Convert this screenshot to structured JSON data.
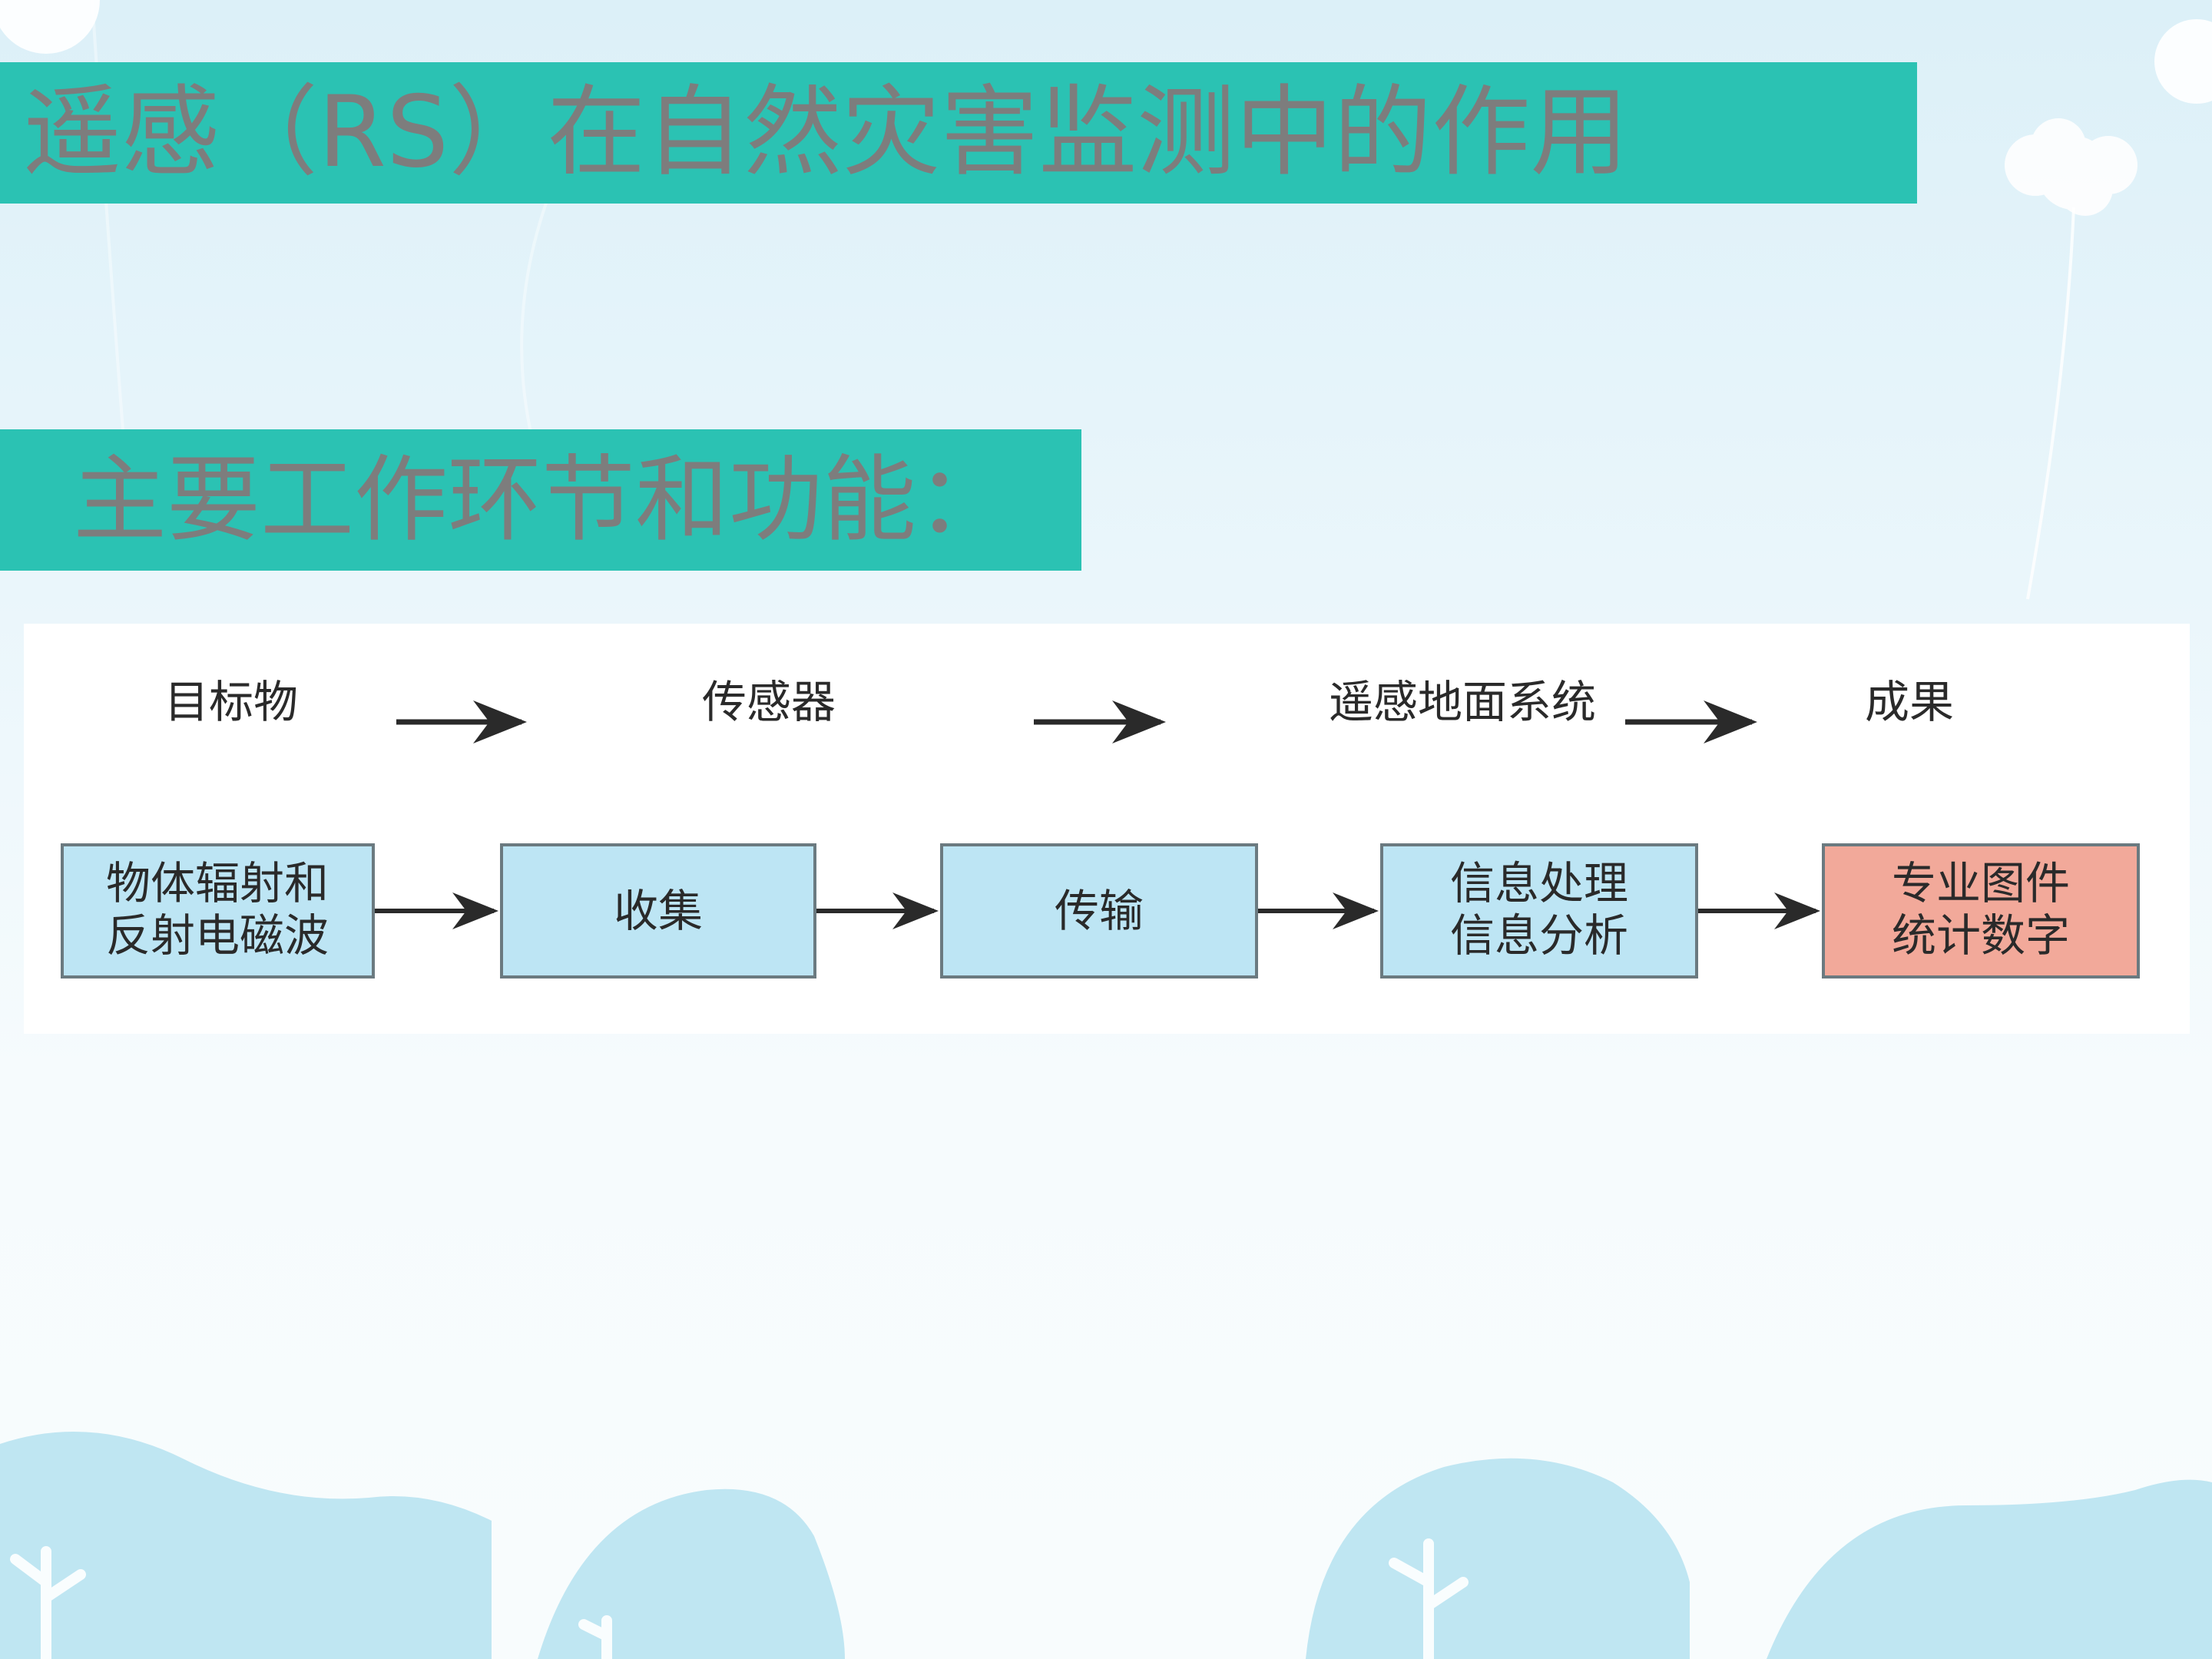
{
  "slide": {
    "title": "遥感（RS）在自然灾害监测中的作用",
    "subtitle": "主要工作环节和功能："
  },
  "diagram": {
    "stages": [
      {
        "label": "目标物"
      },
      {
        "label": "传感器"
      },
      {
        "label": "遥感地面系统"
      },
      {
        "label": "成果"
      }
    ],
    "steps": [
      {
        "line1": "物体辐射和",
        "line2": "反射电磁波"
      },
      {
        "line1": "收集",
        "line2": ""
      },
      {
        "line1": "传输",
        "line2": ""
      },
      {
        "line1": "信息处理",
        "line2": "信息分析"
      },
      {
        "line1": "专业图件",
        "line2": "统计数字"
      }
    ]
  },
  "colors": {
    "bar": "#2bc2b3",
    "bar_text": "#7d7d7d",
    "step_box": "#bde5f4",
    "result_box": "#f2a99a",
    "ink": "#2a2a2a"
  }
}
